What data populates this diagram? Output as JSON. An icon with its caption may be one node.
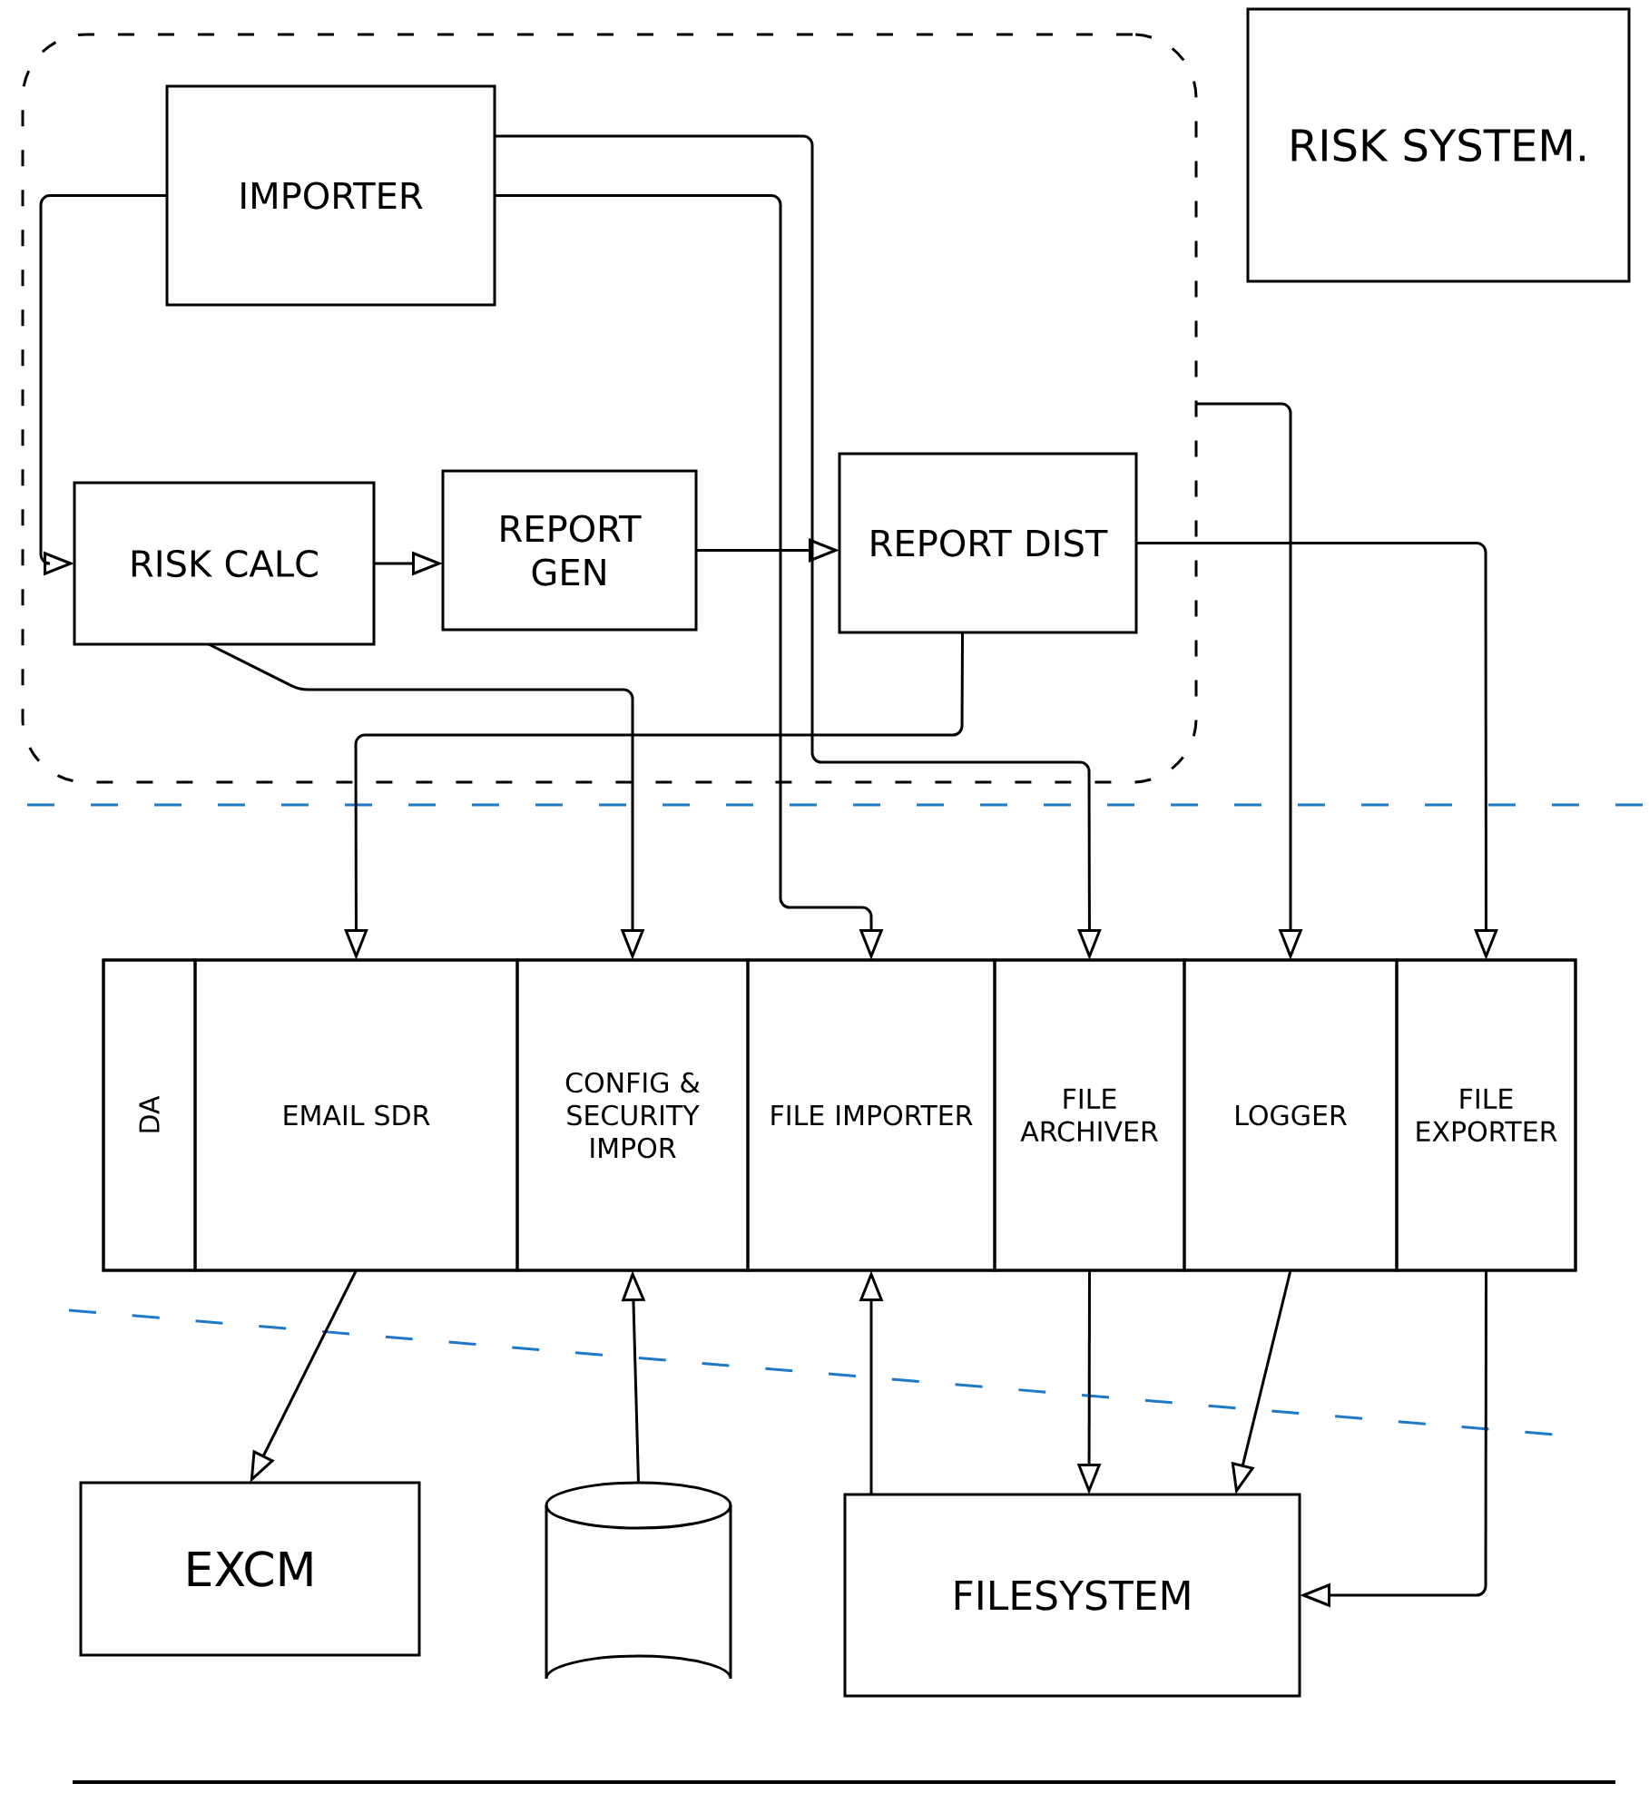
{
  "diagram": {
    "nodes": [
      {
        "text": [],
        "shape": "box"
      },
      {
        "text": [
          "IMPORTER"
        ],
        "in": 0
      },
      {
        "text": [
          "RISK CALC"
        ],
        "in": 0
      },
      {
        "text": [
          "REPORT GEN"
        ],
        "in": 0
      },
      {
        "text": [
          "REPORT DIST"
        ],
        "in": 0
      },
      {
        "text": [
          "RISK SYSTEM."
        ]
      },
      {
        "text": [],
        "shape": "bar"
      },
      {
        "text": [
          "DA"
        ],
        "in": 6
      },
      {
        "text": [
          "EMAIL SDR"
        ],
        "in": 6
      },
      {
        "text": [
          "CONFIG & SECURITY IMPOR"
        ],
        "in": 6
      },
      {
        "text": [
          "FILE IMPORTER"
        ],
        "in": 6
      },
      {
        "text": [
          "FILE ARCHIVER"
        ],
        "in": 6
      },
      {
        "text": [
          "LOGGER"
        ],
        "in": 6
      },
      {
        "text": [
          "FILE EXPORTER"
        ],
        "in": 6
      },
      {
        "text": [
          "EXCM"
        ]
      },
      {
        "text": [],
        "shape": "cylinder"
      },
      {
        "text": [
          "FILESYSTEM"
        ]
      }
    ],
    "edges": [
      {
        "from": 1,
        "to": 2,
        "arrow": "to"
      },
      {
        "from": 2,
        "to": 3,
        "arrow": "to"
      },
      {
        "from": 3,
        "to": 4,
        "arrow": "to"
      },
      {
        "from": 1,
        "to": 10,
        "arrow": "to"
      },
      {
        "from": 1,
        "to": 11,
        "arrow": "to"
      },
      {
        "from": 2,
        "to": 9,
        "arrow": "to"
      },
      {
        "from": 4,
        "to": 8,
        "arrow": "to"
      },
      {
        "from": 0,
        "to": 12,
        "arrow": "to"
      },
      {
        "from": 4,
        "to": 13,
        "arrow": "to"
      },
      {
        "from": 8,
        "to": 14,
        "arrow": "to"
      },
      {
        "from": 15,
        "to": 9,
        "arrow": "to"
      },
      {
        "from": 16,
        "to": 10,
        "arrow": "to"
      },
      {
        "from": 11,
        "to": 16,
        "arrow": "to"
      },
      {
        "from": 12,
        "to": 16,
        "arrow": "to"
      },
      {
        "from": 13,
        "to": 16,
        "arrow": "to"
      }
    ]
  }
}
